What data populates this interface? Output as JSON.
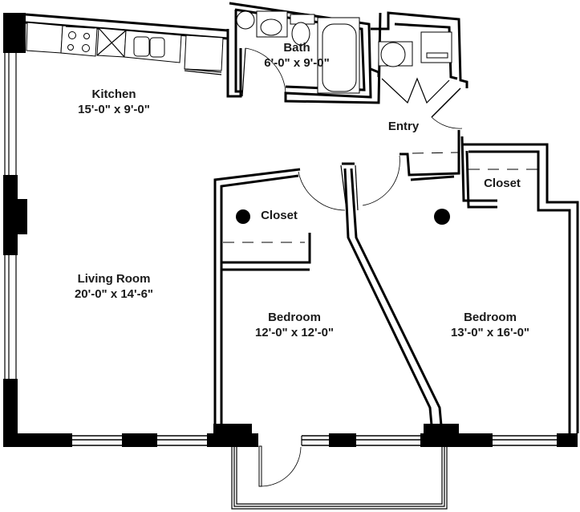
{
  "floor_plan": {
    "colors": {
      "wall": "#000000",
      "background": "#ffffff",
      "text": "#1a1a1a"
    },
    "rooms": {
      "kitchen": {
        "name": "Kitchen",
        "dimensions": "15'-0\" x 9'-0\""
      },
      "bath": {
        "name": "Bath",
        "dimensions": "6'-0\" x 9'-0\""
      },
      "entry": {
        "name": "Entry"
      },
      "living_room": {
        "name": "Living Room",
        "dimensions": "20'-0\" x 14'-6\""
      },
      "closet_left": {
        "name": "Closet"
      },
      "closet_right": {
        "name": "Closet"
      },
      "bedroom_left": {
        "name": "Bedroom",
        "dimensions": "12'-0\" x 12'-0\""
      },
      "bedroom_right": {
        "name": "Bedroom",
        "dimensions": "13'-0\" x 16'-0\""
      }
    }
  }
}
